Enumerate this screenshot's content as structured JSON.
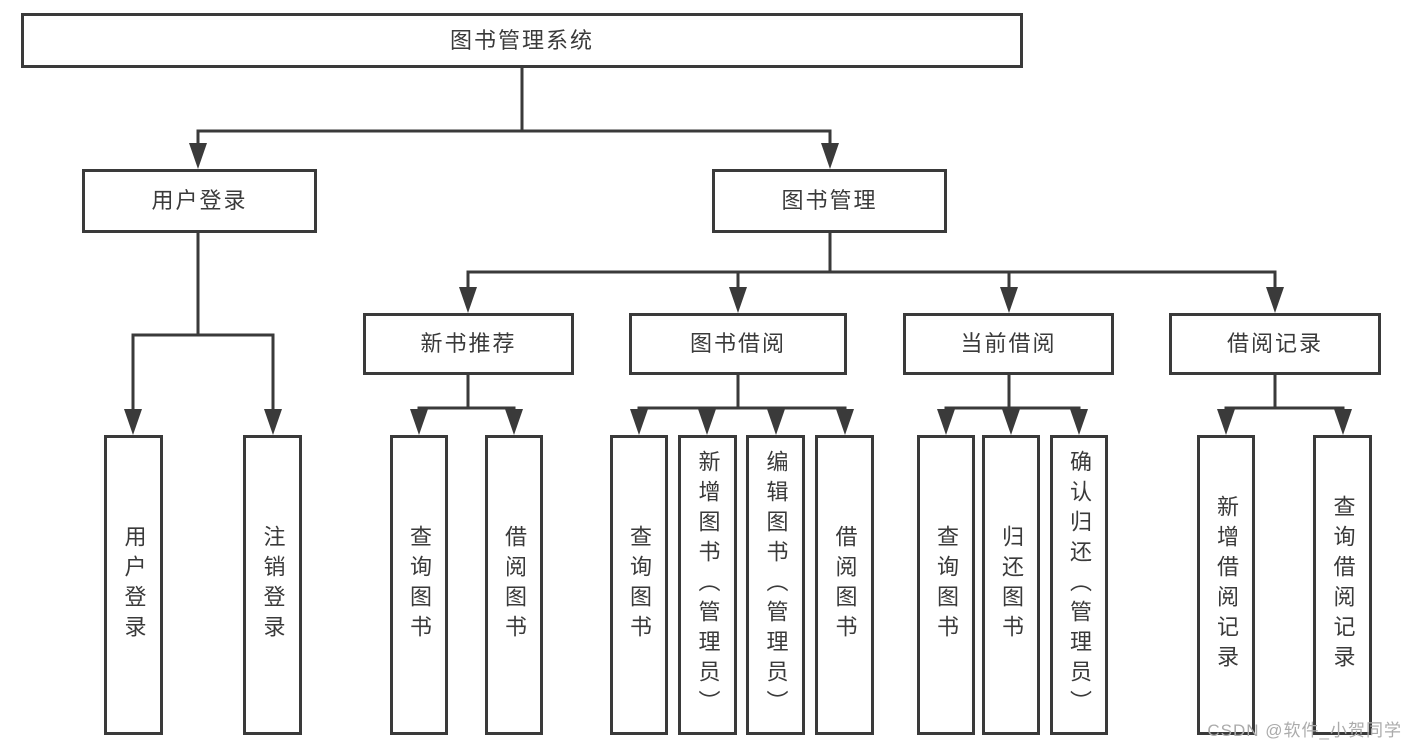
{
  "colors": {
    "line": "#3a3a3a",
    "box_border": "#3a3a3a",
    "text": "#3a3a3a",
    "watermark": "#ababab",
    "background": "#ffffff"
  },
  "tree": {
    "label": "图书管理系统",
    "children": [
      {
        "label": "用户登录",
        "children": [
          {
            "label": "用户登录"
          },
          {
            "label": "注销登录"
          }
        ]
      },
      {
        "label": "图书管理",
        "children": [
          {
            "label": "新书推荐",
            "children": [
              {
                "label": "查询图书"
              },
              {
                "label": "借阅图书"
              }
            ]
          },
          {
            "label": "图书借阅",
            "children": [
              {
                "label": "查询图书"
              },
              {
                "label": "新增图书（管理员）"
              },
              {
                "label": "编辑图书（管理员）"
              },
              {
                "label": "借阅图书"
              }
            ]
          },
          {
            "label": "当前借阅",
            "children": [
              {
                "label": "查询图书"
              },
              {
                "label": "归还图书"
              },
              {
                "label": "确认归还（管理员）"
              }
            ]
          },
          {
            "label": "借阅记录",
            "children": [
              {
                "label": "新增借阅记录"
              },
              {
                "label": "查询借阅记录"
              }
            ]
          }
        ]
      }
    ]
  },
  "watermark": "CSDN @软件_小贺同学"
}
